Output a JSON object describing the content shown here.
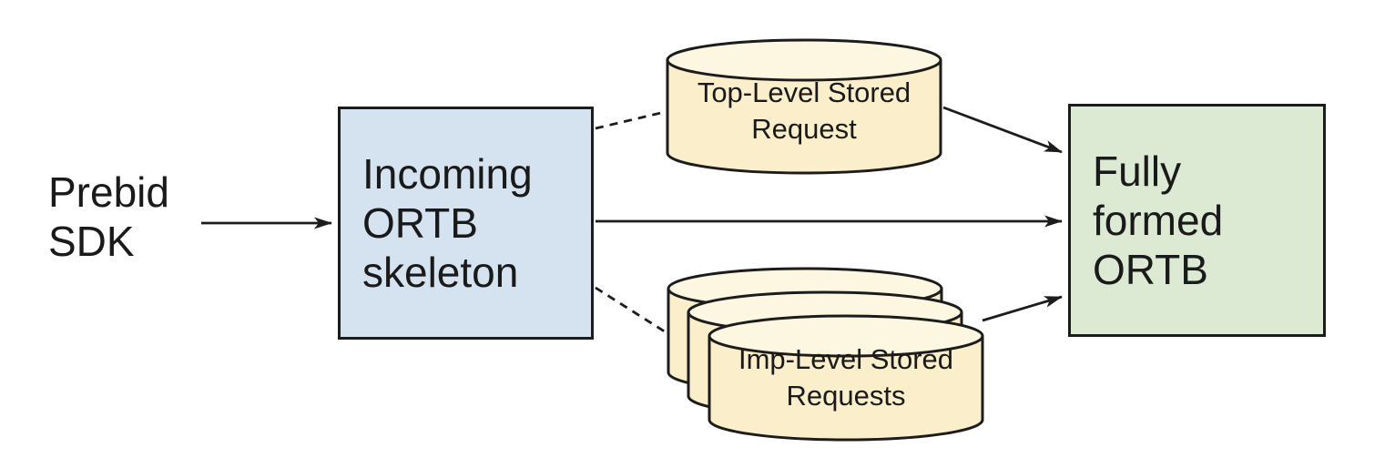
{
  "colors": {
    "background": "#ffffff",
    "stroke": "#1c1c1c",
    "text": "#1a1a1a",
    "box_blue_fill": "#d5e2f0",
    "box_green_fill": "#dcead4",
    "cylinder_fill": "#fbeecb",
    "cylinder_top_fill": "#fdf6e1"
  },
  "nodes": {
    "prebid_sdk": {
      "label": "Prebid\nSDK",
      "shape": "text"
    },
    "incoming_ortb": {
      "label": "Incoming\nORTB\nskeleton",
      "shape": "rectangle",
      "fill": "#d5e2f0"
    },
    "fully_formed_ortb": {
      "label": "Fully\nformed\nORTB",
      "shape": "rectangle",
      "fill": "#dcead4"
    },
    "top_level_stored_request": {
      "label": "Top-Level Stored\nRequest",
      "shape": "cylinder",
      "fill": "#fbeecb"
    },
    "imp_level_stored_requests": {
      "label": "Imp-Level Stored\nRequests",
      "shape": "cylinder-stack",
      "stack_count": 3,
      "fill": "#fbeecb"
    }
  },
  "edges": [
    {
      "from": "prebid_sdk",
      "to": "incoming_ortb",
      "style": "solid",
      "arrow": true
    },
    {
      "from": "incoming_ortb",
      "to": "top_level_stored_request",
      "style": "dashed",
      "arrow": false
    },
    {
      "from": "incoming_ortb",
      "to": "imp_level_stored_requests",
      "style": "dashed",
      "arrow": false
    },
    {
      "from": "incoming_ortb",
      "to": "fully_formed_ortb",
      "style": "solid",
      "arrow": true
    },
    {
      "from": "top_level_stored_request",
      "to": "fully_formed_ortb",
      "style": "solid",
      "arrow": true
    },
    {
      "from": "imp_level_stored_requests",
      "to": "fully_formed_ortb",
      "style": "solid",
      "arrow": true
    }
  ]
}
